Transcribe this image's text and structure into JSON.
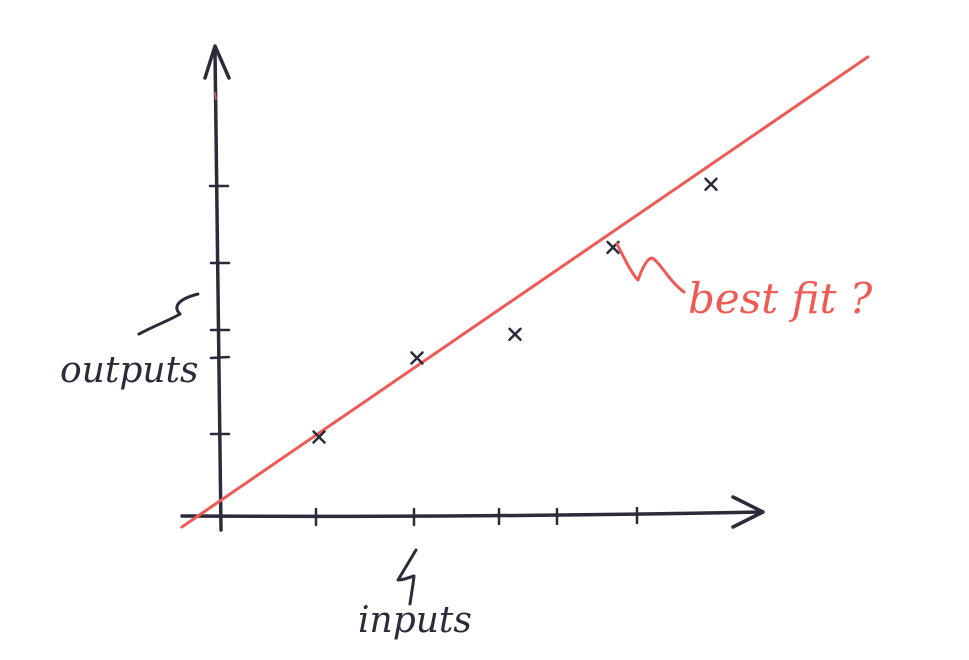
{
  "chart_data": {
    "type": "scatter",
    "x": [
      1,
      2,
      3,
      4,
      5
    ],
    "y": [
      1,
      2,
      2.3,
      3.4,
      4.2
    ],
    "xlabel": "inputs",
    "ylabel": "outputs",
    "xlim": [
      -0.4,
      6.6
    ],
    "ylim": [
      0,
      5.6
    ],
    "grid": false,
    "fit_line": {
      "slope": 0.85,
      "intercept": 0.2,
      "color": "#f05a55",
      "label": "best fit ?"
    },
    "colors": {
      "ink": "#2a2c3a",
      "fit": "#f05a55"
    }
  }
}
